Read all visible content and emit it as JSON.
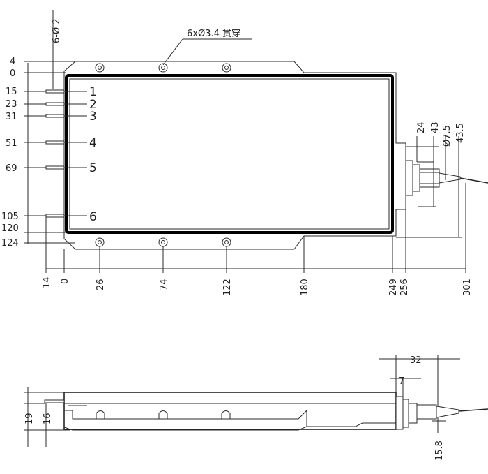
{
  "top_view": {
    "callout_holes": "6xØ3.4 贯穿",
    "callout_pins": "6-Ø 2",
    "left_dims": [
      "4",
      "0",
      "15",
      "23",
      "31",
      "51",
      "69",
      "105",
      "120",
      "124"
    ],
    "pin_numbers": [
      "1",
      "2",
      "3",
      "4",
      "5",
      "6"
    ],
    "bottom_dims": [
      "14",
      "0",
      "26",
      "74",
      "122",
      "180",
      "249",
      "256",
      "301"
    ],
    "right_dims": [
      "24",
      "43",
      "Ø7.5",
      "43.5"
    ]
  },
  "side_view": {
    "left_dims": [
      "19",
      "16"
    ],
    "top_dims": [
      "32",
      "7"
    ],
    "bottom_dim": "15.8"
  }
}
